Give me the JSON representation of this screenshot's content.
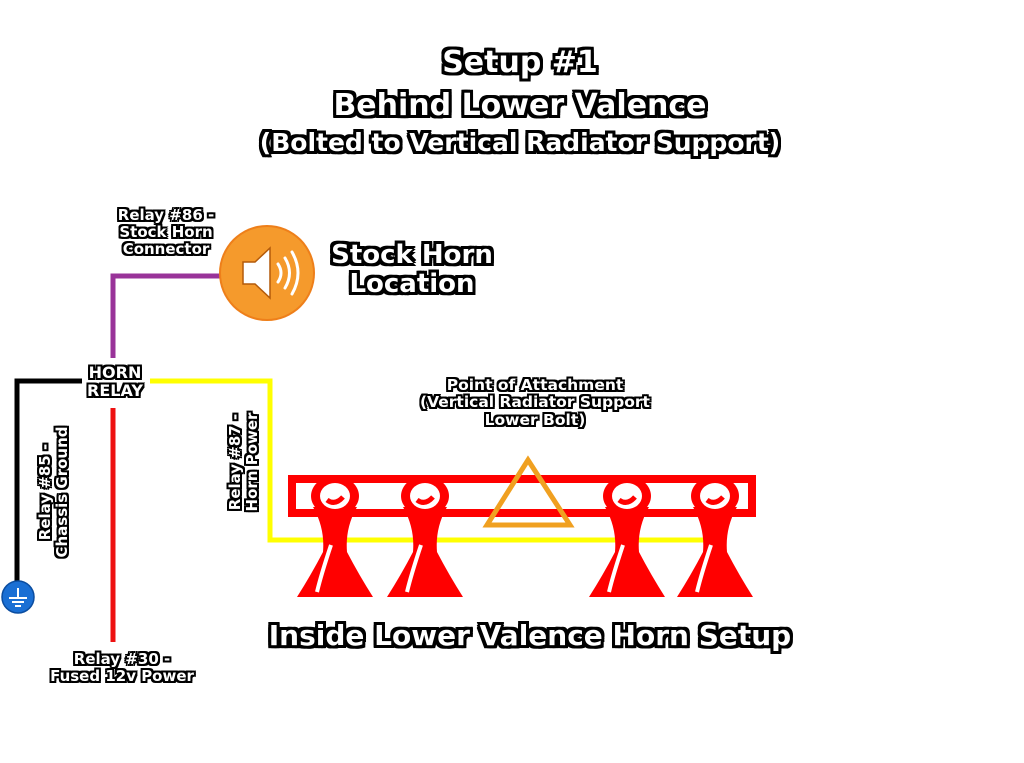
{
  "title": {
    "line1": "Setup #1",
    "line2": "Behind Lower Valence",
    "line3": "(Bolted to Vertical Radiator Support)"
  },
  "stock_horn": {
    "label_line1": "Stock Horn",
    "label_line2": "Location",
    "icon": "speaker-icon"
  },
  "relay": {
    "label_line1": "HORN",
    "label_line2": "RELAY"
  },
  "wires": {
    "relay86": {
      "line1": "Relay #86 -",
      "line2": "Stock Horn",
      "line3": "Connector",
      "color": "#993399"
    },
    "relay85": {
      "line1": "Relay #85 -",
      "line2": "Chassis Ground",
      "color": "#000000"
    },
    "relay87": {
      "line1": "Relay #87 -",
      "line2": "Horn Power",
      "color": "#ffff00"
    },
    "relay30": {
      "line1": "Relay #30 -",
      "line2": "Fused 12v Power",
      "color": "#ee1111"
    }
  },
  "attachment": {
    "line1": "Point of Attachment",
    "line2": "(Vertical Radiator Support",
    "line3": "Lower Bolt)",
    "color": "#f0a020"
  },
  "horn_setup": {
    "label": "Inside Lower Valence Horn Setup",
    "horn_count": 4,
    "color": "#ff0000"
  },
  "ground_icon": "ground-icon"
}
